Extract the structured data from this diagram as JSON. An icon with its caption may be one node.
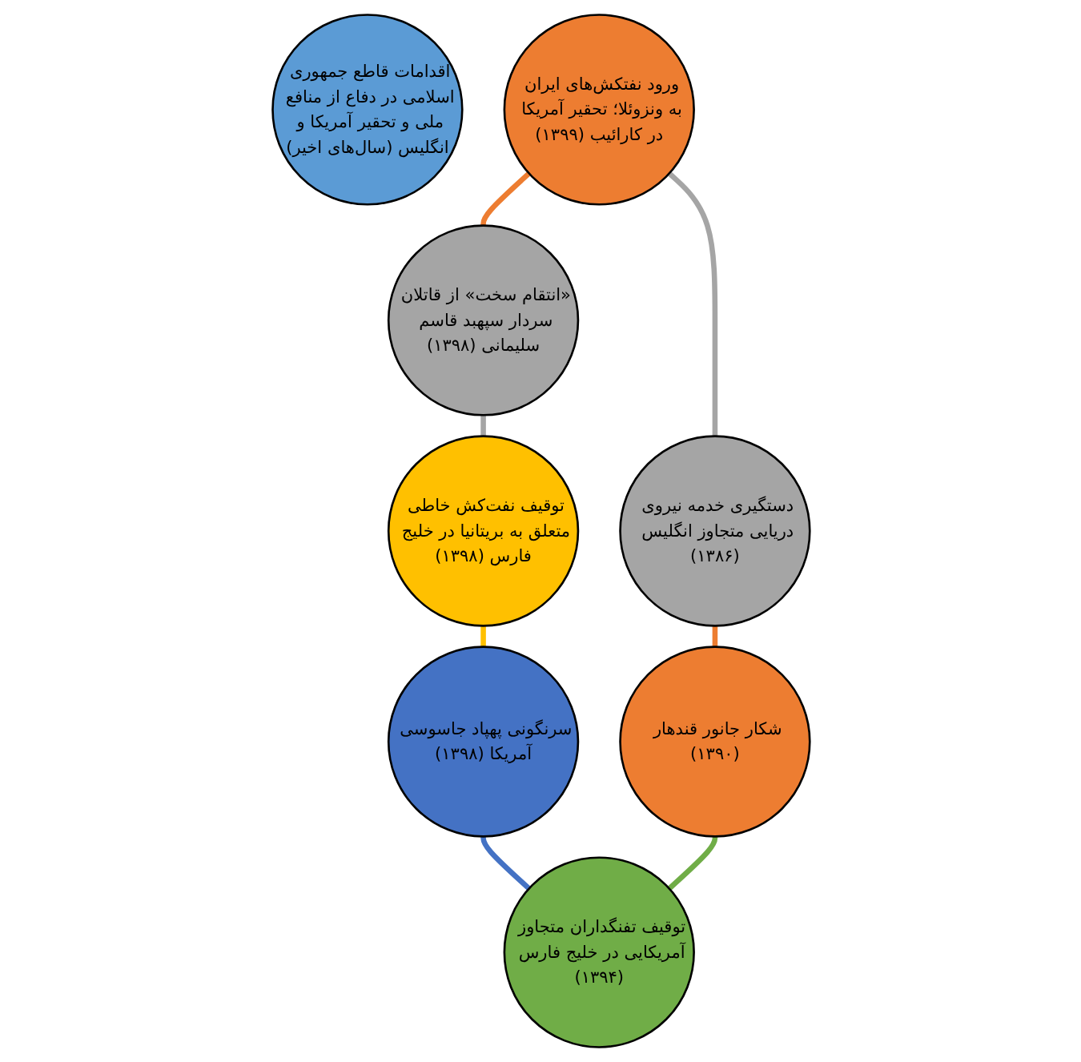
{
  "diagram": {
    "nodes": [
      {
        "text": [
          "اقدامات قاطع جمهوری اسلامی در دفاع از منافع ملی و تحقیر آمریکا و انگلیس (سال‌های اخیر)"
        ]
      },
      {
        "text": [
          "ورود نفتکش‌های ایران به ونزوئلا؛ تحقیر آمریکا در کارائیب (۱۳۹۹)"
        ]
      },
      {
        "text": [
          "«انتقام سخت» از قاتلان سردار سپهبد قاسم سلیمانی (۱۳۹۸)"
        ]
      },
      {
        "text": [
          "توقیف نفت‌کش خاطی متعلق به بریتانیا در خلیج فارس (۱۳۹۸)"
        ]
      },
      {
        "text": [
          "سرنگونی پهپاد جاسوسی آمریکا (۱۳۹۸)"
        ]
      },
      {
        "text": [
          "توقیف تفنگداران متجاوز آمریکایی در خلیج فارس (۱۳۹۴)"
        ]
      },
      {
        "text": [
          "شکار جانور قندهار (۱۳۹۰)"
        ]
      },
      {
        "text": [
          "دستگیری خدمه نیروی دریایی متجاوز انگلیس (۱۳۸۶)"
        ]
      }
    ],
    "edges": [
      {
        "from": 1,
        "to": 2,
        "arrow": "none",
        "color": "#ed7d31"
      },
      {
        "from": 2,
        "to": 3,
        "arrow": "none",
        "color": "#a5a5a5"
      },
      {
        "from": 3,
        "to": 4,
        "arrow": "none",
        "color": "#ffc000"
      },
      {
        "from": 4,
        "to": 5,
        "arrow": "none",
        "color": "#4472c4"
      },
      {
        "from": 6,
        "to": 5,
        "arrow": "none",
        "color": "#70ad47"
      },
      {
        "from": 7,
        "to": 6,
        "arrow": "none",
        "color": "#ed7d31"
      },
      {
        "from": 1,
        "to": 7,
        "arrow": "none",
        "color": "#a5a5a5"
      }
    ]
  }
}
